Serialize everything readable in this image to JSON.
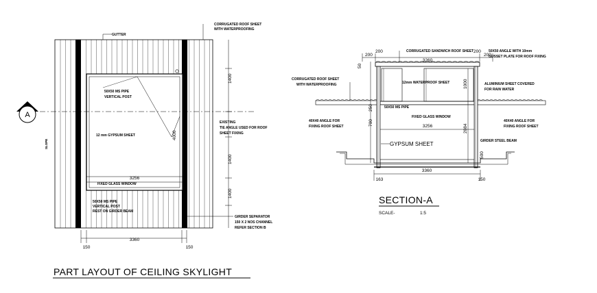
{
  "plan": {
    "title": "PART LAYOUT OF CEILING SKYLIGHT",
    "section_marker": "A",
    "slope_label": "SLOPE",
    "notes": {
      "gutter": "GUTTER",
      "roof_sheet_1": "CORRUGATED ROOF SHEET",
      "roof_sheet_2": "WITH WATERPROOFING",
      "pipe_post_1": "50X50 MS PIPE",
      "pipe_post_2": "VERTICAL POST",
      "existing_1": "EXISTING",
      "existing_2": "TIE ANGLE USED FOR ROOF",
      "existing_3": "SHEET FIXING",
      "gypsum": "12 mm GYPSUM SHEET",
      "fixed_glass": "FIXED GLASS WINDOW",
      "pipe_rest_1": "50X50 MS PIPE",
      "pipe_rest_2": "VERTICAL POST",
      "pipe_rest_3": "REST ON GIRDER BEAM",
      "girder_1": "GIRDER SEPARATOR",
      "girder_2": "150 X 2 NOS CHANNEL",
      "girder_3": "REFER SECTION B"
    },
    "dims": {
      "top_width": "3256",
      "bottom_width": "3360",
      "left_side": "150",
      "right_side": "150",
      "vertical_1": "1400",
      "vertical_2": "1400",
      "vertical_3": "1400",
      "height": "4000"
    }
  },
  "section": {
    "title": "SECTION-A",
    "scale_label": "SCALE-",
    "scale_value": "1:5",
    "notes": {
      "sandwich_1": "CORRUGATED SANDWICH ROOF SHEET",
      "angle_1": "50X50 ANGLE WITH 10mm",
      "angle_2": "GUSSET PLATE FOR ROOF FIXING",
      "roof_1": "CORRUGATED ROOF SHEET",
      "roof_2": "WITH WATERPROOFING",
      "waterproof": "12mm WATERPROOF SHEET",
      "aluminium_1": "ALUMINIUM SHEET COVERED",
      "aluminium_2": "FOR RAIN WATER",
      "ms_pipe": "50X50 MS PIPE",
      "glass": "FIXED GLASS WINDOW",
      "left_angle_1": "40X40 ANGLE FOR",
      "left_angle_2": "FIXING ROOF SHEET",
      "right_angle_1": "40X40 ANGLE FOR",
      "right_angle_2": "FIXING ROOF SHEET",
      "gypsum": "GYPSUM SHEET",
      "girder": "GIRDER STEEL BEAM"
    },
    "dims": {
      "top_left_1": "200",
      "top_left_2": "200",
      "top_right_1": "200",
      "top_right_2": "200",
      "top_width": "3260",
      "mid_width": "3256",
      "bottom_width": "3360",
      "left_height_1": "50",
      "left_height_2": "700",
      "left_height_3": "250",
      "right_height_1": "1000",
      "right_height_2": "2084",
      "right_height_3": "500",
      "bottom_left": "163",
      "bottom_right": "150"
    }
  }
}
